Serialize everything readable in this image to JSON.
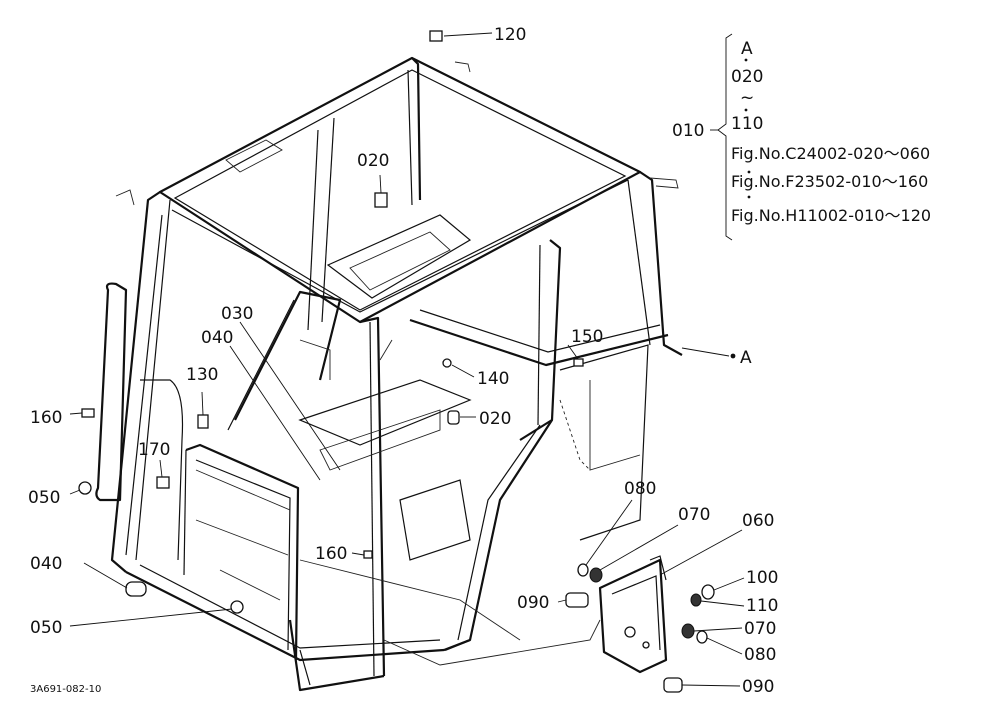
{
  "diagram": {
    "callouts": [
      {
        "id": "120",
        "text": "120"
      },
      {
        "id": "020a",
        "text": "020"
      },
      {
        "id": "030",
        "text": "030"
      },
      {
        "id": "040a",
        "text": "040"
      },
      {
        "id": "130",
        "text": "130"
      },
      {
        "id": "160a",
        "text": "160"
      },
      {
        "id": "170",
        "text": "170"
      },
      {
        "id": "050a",
        "text": "050"
      },
      {
        "id": "040b",
        "text": "040"
      },
      {
        "id": "050b",
        "text": "050"
      },
      {
        "id": "150",
        "text": "150"
      },
      {
        "id": "140",
        "text": "140"
      },
      {
        "id": "020b",
        "text": "020"
      },
      {
        "id": "A",
        "text": "A"
      },
      {
        "id": "080a",
        "text": "080"
      },
      {
        "id": "070a",
        "text": "070"
      },
      {
        "id": "060",
        "text": "060"
      },
      {
        "id": "160b",
        "text": "160"
      },
      {
        "id": "100",
        "text": "100"
      },
      {
        "id": "090a",
        "text": "090"
      },
      {
        "id": "110",
        "text": "110"
      },
      {
        "id": "070b",
        "text": "070"
      },
      {
        "id": "080b",
        "text": "080"
      },
      {
        "id": "090b",
        "text": "090"
      }
    ],
    "reference_box": {
      "label": "010",
      "lines": [
        "A",
        "020",
        "~",
        "110",
        "Fig.No.C24002-020～060",
        "Fig.No.F23502-010～160",
        "Fig.No.H11002-010～120"
      ]
    },
    "drawing_code": "3A691-082-10"
  }
}
